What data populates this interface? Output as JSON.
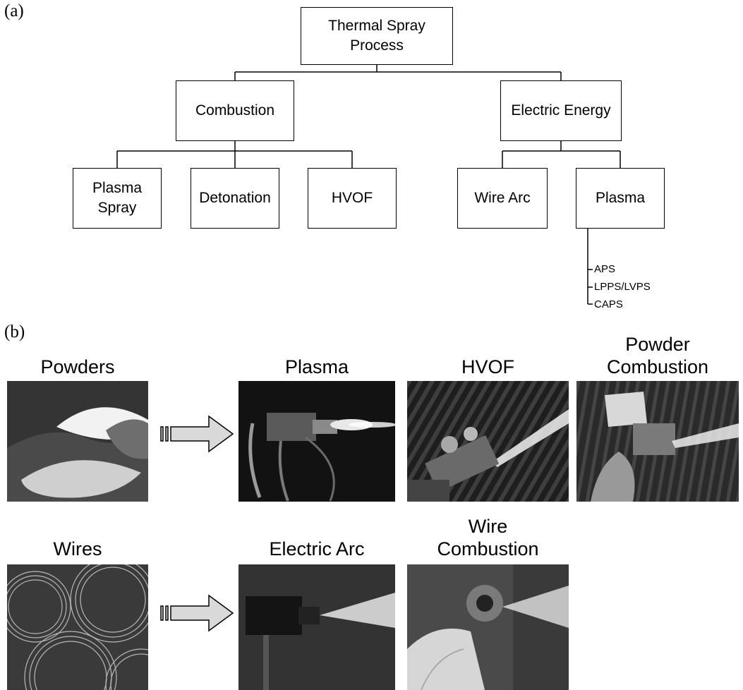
{
  "panel_a": {
    "label": "(a)",
    "root": "Thermal Spray Process",
    "branches": [
      "Combustion",
      "Electric Energy"
    ],
    "combustion_children": [
      "Plasma\nSpray",
      "Detonation",
      "HVOF"
    ],
    "electric_children": [
      "Wire Arc",
      "Plasma"
    ],
    "plasma_variants": [
      "APS",
      "LPPS/LVPS",
      "CAPS"
    ]
  },
  "panel_b": {
    "label": "(b)",
    "row1": {
      "feedstock": "Powders",
      "processes": [
        "Plasma",
        "HVOF",
        "Powder\nCombustion"
      ]
    },
    "row2": {
      "feedstock": "Wires",
      "processes": [
        "Electric Arc",
        "Wire\nCombustion"
      ]
    }
  },
  "colors": {
    "line": "#000000",
    "arrow_fill": "#d9d9d9",
    "photo_dark": "#1a1a1a"
  }
}
